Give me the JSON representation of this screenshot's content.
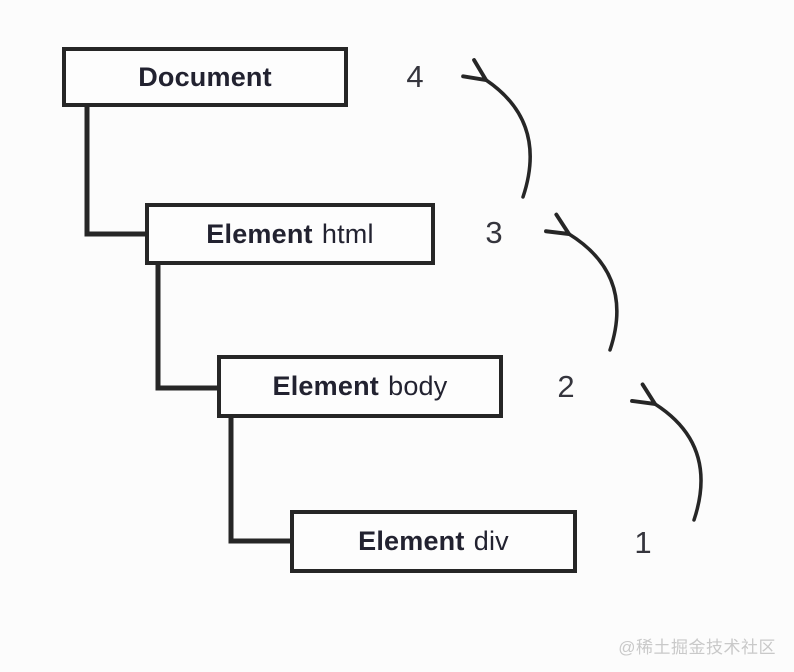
{
  "diagram": {
    "description": "DOM tree with event bubbling order",
    "nodes": [
      {
        "label_bold": "Document",
        "label_tag": "",
        "order_number": "4"
      },
      {
        "label_bold": "Element",
        "label_tag": "html",
        "order_number": "3"
      },
      {
        "label_bold": "Element",
        "label_tag": "body",
        "order_number": "2"
      },
      {
        "label_bold": "Element",
        "label_tag": "div",
        "order_number": "1"
      }
    ],
    "colors": {
      "line": "#262626",
      "box_border": "#262626",
      "box_background": "#fdfdfd",
      "text": "#222230",
      "number": "#35353d",
      "background": "#fcfcfc",
      "watermark": "#c9c9c9"
    }
  },
  "watermark": {
    "text": "@稀土掘金技术社区"
  }
}
